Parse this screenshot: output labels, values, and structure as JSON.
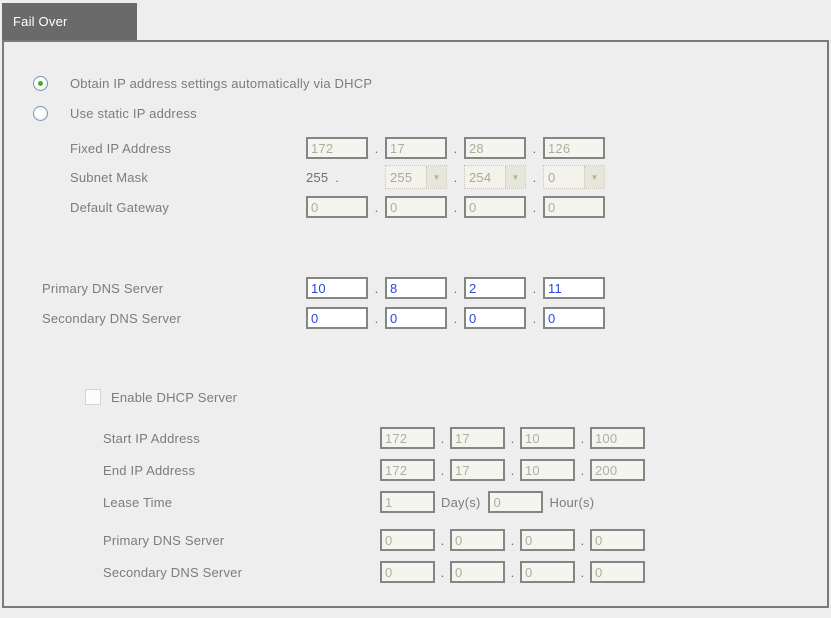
{
  "sep": ".",
  "icons": {
    "chevron_down": "▼"
  },
  "colors": {
    "tab_bg": "#6a6a6a",
    "panel_border": "#7b7b7b",
    "label_text": "#7c7c7c",
    "disabled_value_text": "#aeae9f",
    "enabled_value_text": "#2c47db",
    "radio_selected_dot": "#3db31c",
    "input_border": "#858585"
  },
  "tab": {
    "label": "Fail Over"
  },
  "radios": {
    "obtain_dhcp": {
      "label": "Obtain IP address settings automatically via DHCP",
      "selected": true
    },
    "use_static": {
      "label": "Use static IP address",
      "selected": false
    }
  },
  "static_ip": {
    "fixed_ip": {
      "label": "Fixed IP Address",
      "octets": [
        "172",
        "17",
        "28",
        "126"
      ]
    },
    "subnet_mask": {
      "label": "Subnet Mask",
      "first_octet": "255",
      "selects": [
        "255",
        "254",
        "0"
      ]
    },
    "default_gateway": {
      "label": "Default Gateway",
      "octets": [
        "0",
        "0",
        "0",
        "0"
      ]
    }
  },
  "dns": {
    "primary": {
      "label": "Primary DNS Server",
      "octets": [
        "10",
        "8",
        "2",
        "11"
      ]
    },
    "secondary": {
      "label": "Secondary DNS Server",
      "octets": [
        "0",
        "0",
        "0",
        "0"
      ]
    }
  },
  "dhcp_server": {
    "enable": {
      "label": "Enable DHCP Server",
      "checked": false
    },
    "start_ip": {
      "label": "Start IP Address",
      "octets": [
        "172",
        "17",
        "10",
        "100"
      ]
    },
    "end_ip": {
      "label": "End IP Address",
      "octets": [
        "172",
        "17",
        "10",
        "200"
      ]
    },
    "lease": {
      "label": "Lease Time",
      "days": "1",
      "days_unit": "Day(s)",
      "hours": "0",
      "hours_unit": "Hour(s)"
    },
    "primary_dns": {
      "label": "Primary DNS Server",
      "octets": [
        "0",
        "0",
        "0",
        "0"
      ]
    },
    "secondary_dns": {
      "label": "Secondary DNS Server",
      "octets": [
        "0",
        "0",
        "0",
        "0"
      ]
    }
  }
}
